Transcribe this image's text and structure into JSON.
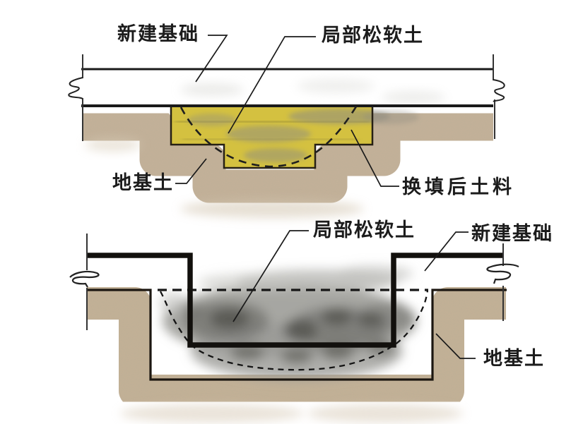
{
  "figure": {
    "top_diagram": {
      "labels": {
        "new_foundation": "新建基础",
        "local_soft_soil": "局部松软土",
        "foundation_soil": "地基土",
        "replaced_fill": "换填后土料"
      }
    },
    "bottom_diagram": {
      "labels": {
        "local_soft_soil": "局部松软土",
        "new_foundation": "新建基础",
        "foundation_soil": "地基土"
      }
    },
    "colors": {
      "replaced_fill_yellow": "#d4c140",
      "soil_band_tan": "#c2b096",
      "soft_soil_gray": "#6f6f6b",
      "line_black": "#1c1c1c",
      "background": "#ffffff"
    }
  }
}
